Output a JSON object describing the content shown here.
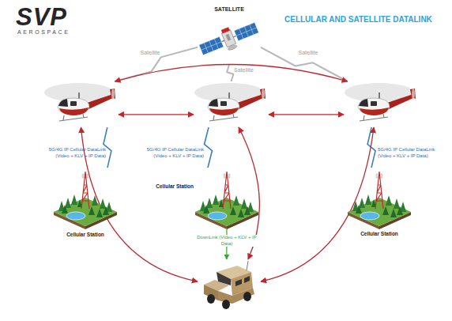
{
  "diagram": {
    "title": "CELLULAR AND SATELLITE DATALINK",
    "nodes": [
      {
        "text": [
          "SATELLITE"
        ]
      },
      {
        "text": []
      },
      {
        "text": []
      },
      {
        "text": []
      },
      {
        "text": [
          "Cellular Station"
        ]
      },
      {
        "text": [
          "Cellular Station"
        ]
      },
      {
        "text": [
          "Cellular Station"
        ]
      },
      {
        "text": []
      }
    ],
    "edges": [
      {
        "from": 0,
        "to": 1,
        "label": "Satellite",
        "arrow": "none"
      },
      {
        "from": 0,
        "to": 2,
        "label": "Satellite",
        "arrow": "none"
      },
      {
        "from": 0,
        "to": 3,
        "label": "Satellite",
        "arrow": "none"
      },
      {
        "from": 1,
        "to": 2,
        "arrow": "both"
      },
      {
        "from": 2,
        "to": 3,
        "arrow": "both"
      },
      {
        "from": 1,
        "to": 3,
        "arrow": "both"
      },
      {
        "from": 1,
        "to": 4,
        "label": "5G/4G IP Cellular DataLink (Video + KLV + IP Data)",
        "arrow": "none"
      },
      {
        "from": 2,
        "to": 5,
        "label": "5G/4G IP Cellular DataLink (Video + KLV + IP Data)",
        "arrow": "none"
      },
      {
        "from": 3,
        "to": 6,
        "label": "5G/4G IP Cellular DataLink (Video + KLV + IP Data)",
        "arrow": "none"
      },
      {
        "from": 1,
        "to": 7,
        "arrow": "both"
      },
      {
        "from": 2,
        "to": 7,
        "arrow": "both"
      },
      {
        "from": 3,
        "to": 7,
        "arrow": "both"
      },
      {
        "from": 5,
        "to": 7,
        "label": "DownLink (Video + KLV + IP Data)",
        "arrow": "to"
      }
    ],
    "labels": [
      "SVP",
      "AEROSPACE"
    ]
  }
}
